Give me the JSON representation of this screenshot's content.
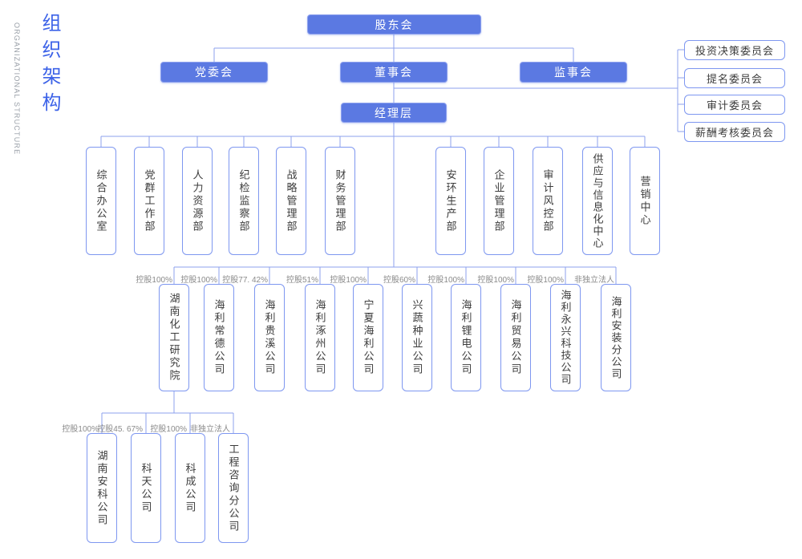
{
  "title": {
    "zh": "组织架构",
    "en": "ORGANIZATIONAL STRUCTURE"
  },
  "nodes": {
    "shareholders_meeting": "股东会",
    "party_committee": "党委会",
    "board_of_directors": "董事会",
    "supervisory_board": "监事会",
    "management_team": "经理层"
  },
  "board_committees": [
    "投资决策委员会",
    "提名委员会",
    "审计委员会",
    "薪酬考核委员会"
  ],
  "departments": [
    "综合办公室",
    "党群工作部",
    "人力资源部",
    "纪检监察部",
    "战略管理部",
    "财务管理部",
    "安环生产部",
    "企业管理部",
    "审计风控部",
    "供应与信息化中心",
    "营销中心"
  ],
  "subsidiaries": [
    {
      "ownership": "控股100%",
      "name": "湖南化工研究院"
    },
    {
      "ownership": "控股100%",
      "name": "海利常德公司"
    },
    {
      "ownership": "控股77. 42%",
      "name": "海利贵溪公司"
    },
    {
      "ownership": "控股51%",
      "name": "海利涿州公司"
    },
    {
      "ownership": "控股100%",
      "name": "宁夏海利公司"
    },
    {
      "ownership": "控股60%",
      "name": "兴蔬种业公司"
    },
    {
      "ownership": "控股100%",
      "name": "海利锂电公司"
    },
    {
      "ownership": "控股100%",
      "name": "海利贸易公司"
    },
    {
      "ownership": "控股100%",
      "name": "海利永兴科技公司"
    },
    {
      "ownership": "非独立法人",
      "name": "海利安装分公司"
    }
  ],
  "research_institute_subsidiaries": [
    {
      "ownership": "控股100%",
      "name": "湖南安科公司"
    },
    {
      "ownership": "控股45. 67%",
      "name": "科天公司"
    },
    {
      "ownership": "控股100%",
      "name": "科成公司"
    },
    {
      "ownership": "非独立法人",
      "name": "工程咨询分公司"
    }
  ],
  "colors": {
    "node_fill": "#5B79E2",
    "node_border": "#7E97F0",
    "connector_line": "#8CA2EE",
    "title_zh": "#3D63E8",
    "title_en": "#9AA0A8",
    "ownership_label": "#8A8A8A"
  }
}
